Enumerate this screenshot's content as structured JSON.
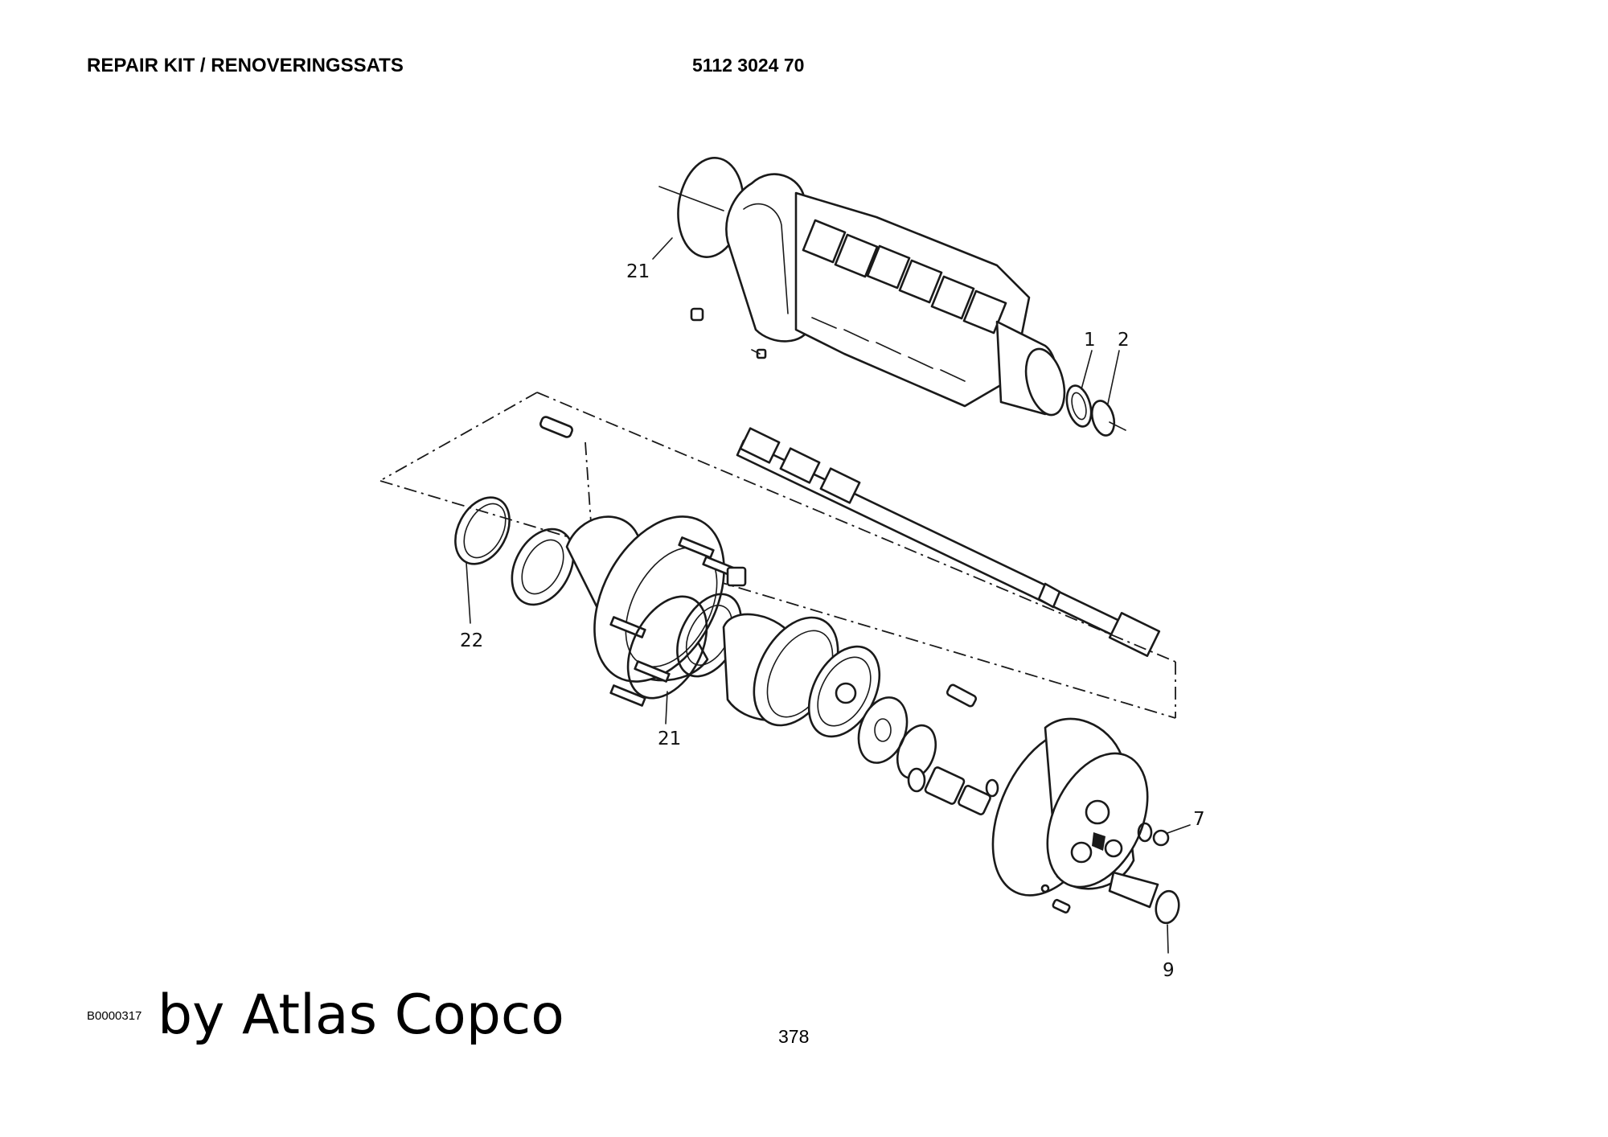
{
  "header": {
    "title": "REPAIR KIT / RENOVERINGSSATS",
    "part_number": "5112 3024 70"
  },
  "callouts": {
    "c21_top": "21",
    "c1": "1",
    "c2": "2",
    "c22": "22",
    "c21_bottom": "21",
    "c7": "7",
    "c9": "9"
  },
  "footer": {
    "figure_code": "B0000317",
    "watermark": "by Atlas Copco",
    "page_number": "378"
  }
}
